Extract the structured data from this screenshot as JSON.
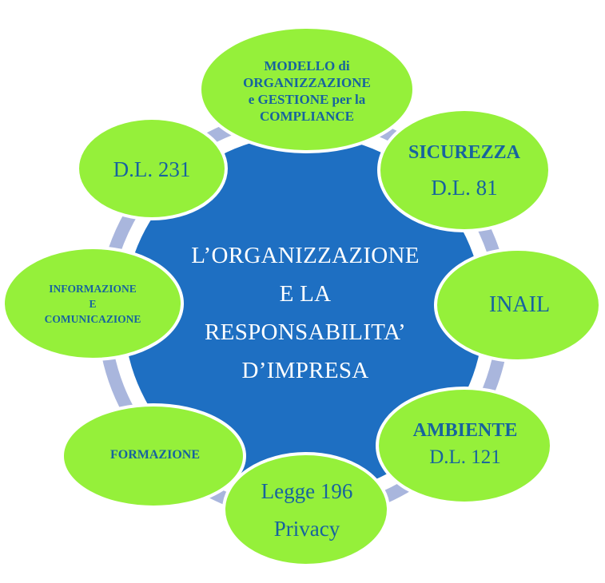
{
  "center": {
    "lines": [
      "L’ORGANIZZAZIONE",
      "E LA",
      "RESPONSABILITA’",
      "D’IMPRESA"
    ]
  },
  "nodes": [
    {
      "id": "modello",
      "lines": [
        "MODELLO di",
        "ORGANIZZAZIONE",
        "e GESTIONE per la",
        "COMPLIANCE"
      ]
    },
    {
      "id": "sicurezza",
      "lines": [
        "SICUREZZA",
        "D.L. 81"
      ]
    },
    {
      "id": "inail",
      "lines": [
        "INAIL"
      ]
    },
    {
      "id": "ambiente",
      "lines": [
        "AMBIENTE",
        "D.L. 121"
      ]
    },
    {
      "id": "privacy",
      "lines": [
        "Legge 196",
        "Privacy"
      ]
    },
    {
      "id": "formazione",
      "lines": [
        "FORMAZIONE"
      ]
    },
    {
      "id": "informazione",
      "lines": [
        "INFORMAZIONE",
        "E",
        "COMUNICAZIONE"
      ]
    },
    {
      "id": "dl231",
      "lines": [
        "D.L. 231"
      ]
    }
  ],
  "colors": {
    "center_fill": "#1e6fc2",
    "node_fill": "#95f03a",
    "node_text": "#17639e",
    "ring": "#a9b6dd"
  }
}
